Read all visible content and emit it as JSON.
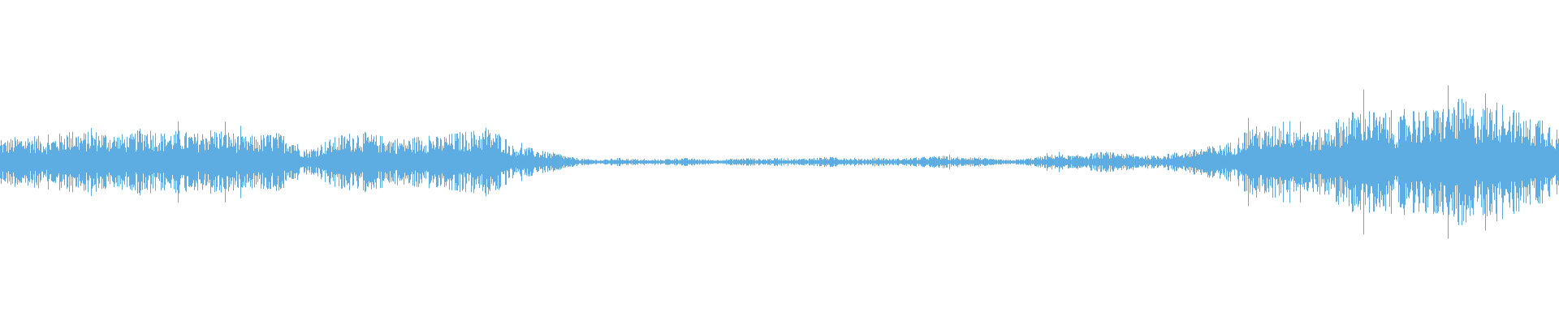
{
  "waveform": {
    "color": "#5dade2",
    "background": "#ffffff",
    "amplitude_profile": [
      [
        0.0,
        0.2
      ],
      [
        0.02,
        0.24
      ],
      [
        0.04,
        0.26
      ],
      [
        0.06,
        0.22
      ],
      [
        0.08,
        0.3
      ],
      [
        0.1,
        0.28
      ],
      [
        0.12,
        0.3
      ],
      [
        0.14,
        0.27
      ],
      [
        0.16,
        0.26
      ],
      [
        0.18,
        0.34
      ],
      [
        0.2,
        0.28
      ],
      [
        0.22,
        0.3
      ],
      [
        0.24,
        0.27
      ],
      [
        0.26,
        0.32
      ],
      [
        0.28,
        0.3
      ],
      [
        0.3,
        0.24
      ],
      [
        0.32,
        0.26
      ],
      [
        0.34,
        0.28
      ],
      [
        0.36,
        0.24
      ],
      [
        0.37,
        0.14
      ],
      [
        0.38,
        0.12
      ],
      [
        0.4,
        0.2
      ],
      [
        0.42,
        0.26
      ],
      [
        0.44,
        0.3
      ],
      [
        0.46,
        0.26
      ],
      [
        0.48,
        0.24
      ],
      [
        0.5,
        0.22
      ],
      [
        0.52,
        0.26
      ],
      [
        0.54,
        0.24
      ],
      [
        0.56,
        0.28
      ],
      [
        0.58,
        0.3
      ],
      [
        0.6,
        0.32
      ],
      [
        0.62,
        0.26
      ],
      [
        0.63,
        0.16
      ],
      [
        0.65,
        0.14
      ],
      [
        0.67,
        0.1
      ],
      [
        0.69,
        0.08
      ],
      [
        0.7,
        0.05
      ],
      [
        0.72,
        0.03
      ],
      [
        0.74,
        0.02
      ],
      [
        0.76,
        0.04
      ],
      [
        0.78,
        0.03
      ],
      [
        0.8,
        0.02
      ],
      [
        0.82,
        0.03
      ],
      [
        0.84,
        0.04
      ],
      [
        0.86,
        0.03
      ],
      [
        0.88,
        0.02
      ],
      [
        0.9,
        0.03
      ],
      [
        0.92,
        0.04
      ],
      [
        0.94,
        0.03
      ],
      [
        0.96,
        0.04
      ],
      [
        0.98,
        0.03
      ],
      [
        1.0,
        0.04
      ],
      [
        1.02,
        0.05
      ],
      [
        1.04,
        0.04
      ],
      [
        1.06,
        0.03
      ],
      [
        1.08,
        0.04
      ],
      [
        1.1,
        0.03
      ],
      [
        1.12,
        0.04
      ],
      [
        1.14,
        0.05
      ],
      [
        1.16,
        0.06
      ],
      [
        1.18,
        0.04
      ],
      [
        1.2,
        0.05
      ],
      [
        1.22,
        0.03
      ],
      [
        1.24,
        0.02
      ],
      [
        1.26,
        0.03
      ],
      [
        1.28,
        0.05
      ],
      [
        1.3,
        0.08
      ],
      [
        1.32,
        0.06
      ],
      [
        1.34,
        0.08
      ],
      [
        1.36,
        0.1
      ],
      [
        1.38,
        0.08
      ],
      [
        1.4,
        0.07
      ],
      [
        1.42,
        0.06
      ],
      [
        1.44,
        0.08
      ],
      [
        1.46,
        0.1
      ],
      [
        1.48,
        0.14
      ],
      [
        1.5,
        0.16
      ],
      [
        1.52,
        0.2
      ],
      [
        1.54,
        0.36
      ],
      [
        1.56,
        0.3
      ],
      [
        1.58,
        0.42
      ],
      [
        1.6,
        0.36
      ],
      [
        1.62,
        0.28
      ],
      [
        1.64,
        0.38
      ],
      [
        1.66,
        0.46
      ],
      [
        1.68,
        0.54
      ],
      [
        1.7,
        0.44
      ],
      [
        1.72,
        0.4
      ],
      [
        1.74,
        0.52
      ],
      [
        1.76,
        0.48
      ],
      [
        1.78,
        0.56
      ],
      [
        1.8,
        0.6
      ],
      [
        1.82,
        0.5
      ],
      [
        1.84,
        0.58
      ],
      [
        1.86,
        0.54
      ],
      [
        1.88,
        0.4
      ],
      [
        1.9,
        0.46
      ],
      [
        1.92,
        0.3
      ]
    ]
  }
}
